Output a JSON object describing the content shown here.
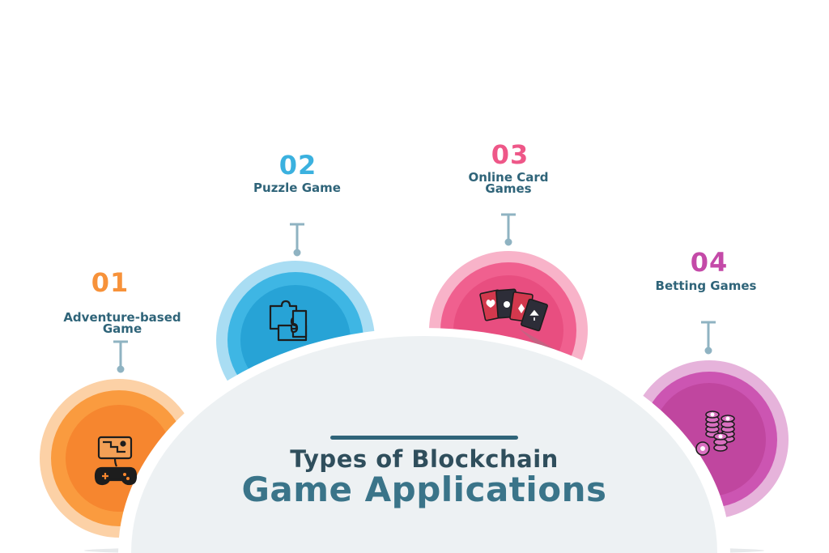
{
  "title": {
    "line1": "Types of Blockchain",
    "line2": "Game Applications"
  },
  "items": [
    {
      "number": "01",
      "label_line1": "Adventure-based",
      "label_line2": "Game",
      "color": "#f7923a",
      "icon": "gamepad-map-icon"
    },
    {
      "number": "02",
      "label_line1": "Puzzle Game",
      "label_line2": "",
      "color": "#3bb1df",
      "icon": "puzzle-icon"
    },
    {
      "number": "03",
      "label_line1": "Online Card",
      "label_line2": "Games",
      "color": "#ee5788",
      "icon": "playing-cards-icon"
    },
    {
      "number": "04",
      "label_line1": "Betting Games",
      "label_line2": "",
      "color": "#c44aa8",
      "icon": "poker-chips-icon"
    }
  ]
}
